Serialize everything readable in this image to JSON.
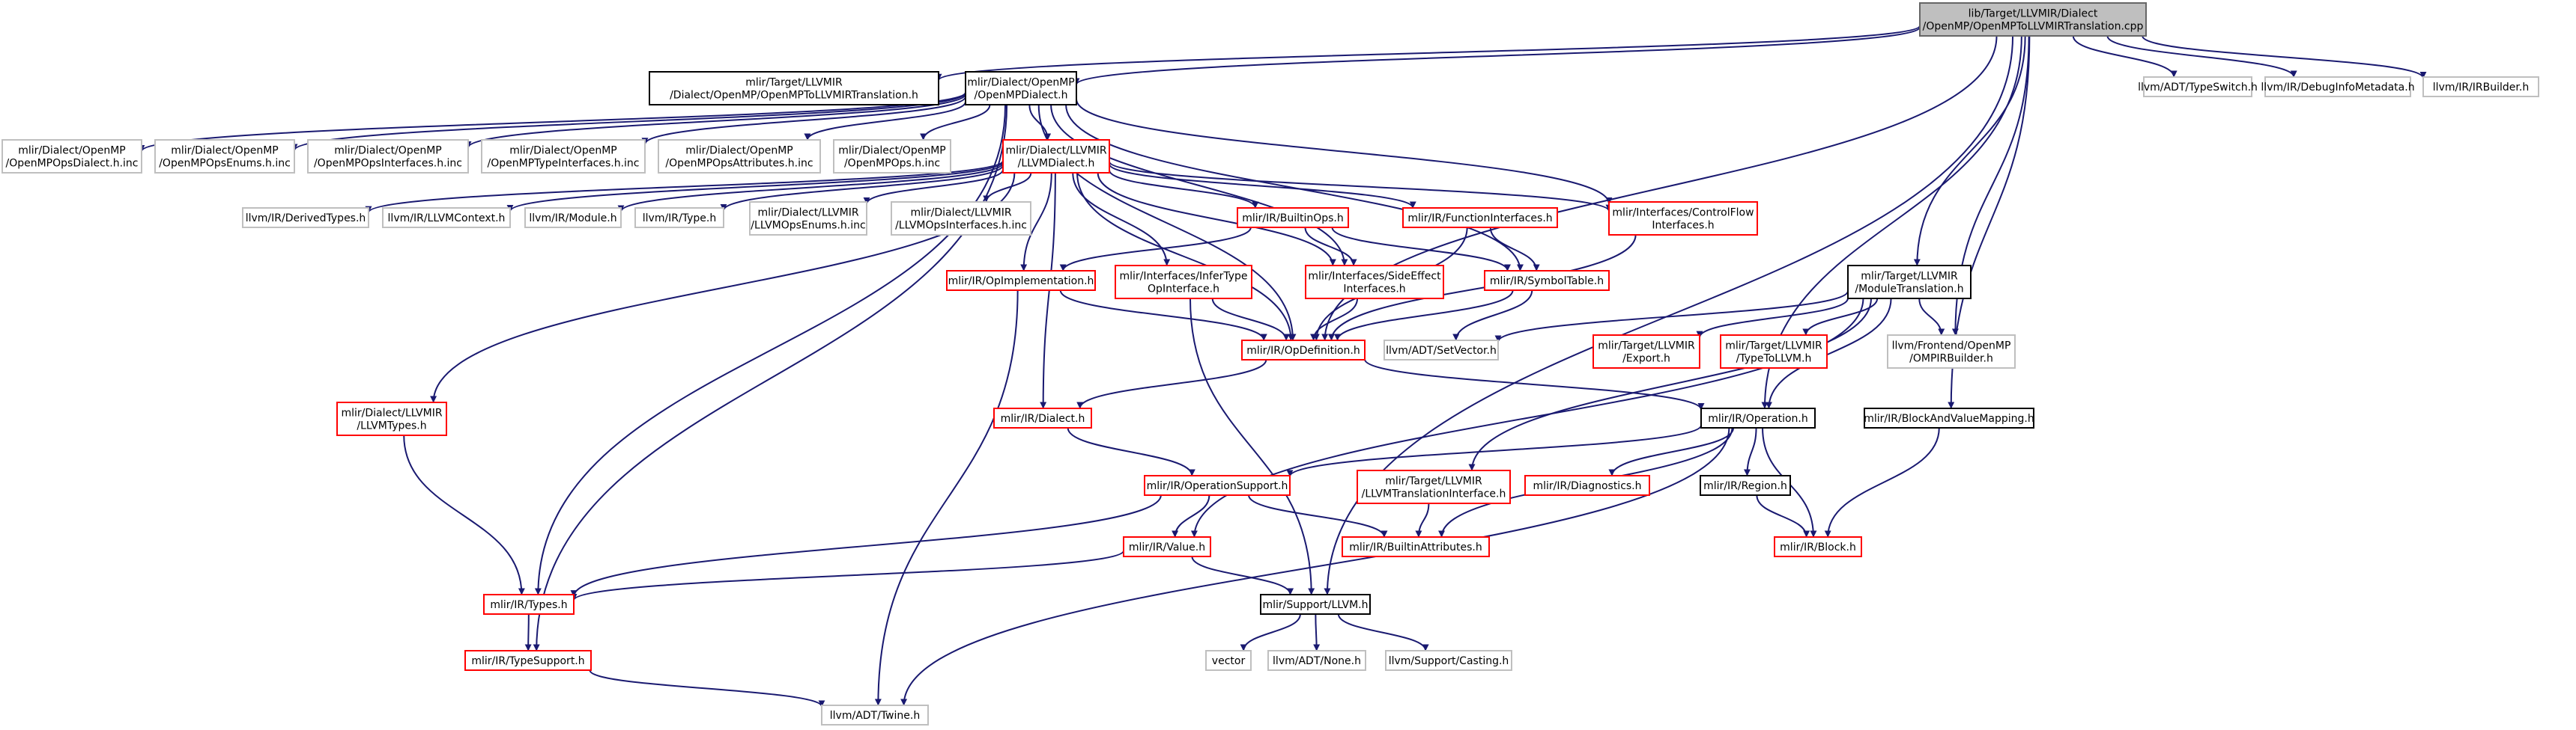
{
  "colors": {
    "edge": "#191970",
    "border_root": "#666666",
    "fill_root": "#bfbfbf",
    "border_documented": "#000000",
    "border_truncated": "#ff0000",
    "border_external": "#bfbfbf",
    "text_external": "#808080",
    "background": "#ffffff"
  },
  "nodes": [
    {
      "id": "root",
      "lines": [
        "lib/Target/LLVMIR/Dialect",
        "/OpenMP/OpenMPToLLVMIRTranslation.cpp"
      ],
      "kind": "root"
    },
    {
      "id": "omp_transl_h",
      "lines": [
        "mlir/Target/LLVMIR",
        "/Dialect/OpenMP/OpenMPToLLVMIRTranslation.h"
      ],
      "kind": "documented"
    },
    {
      "id": "omp_dialect_h",
      "lines": [
        "mlir/Dialect/OpenMP",
        "/OpenMPDialect.h"
      ],
      "kind": "documented"
    },
    {
      "id": "adt_typeswitch",
      "lines": [
        "llvm/ADT/TypeSwitch.h"
      ],
      "kind": "external"
    },
    {
      "id": "ir_debuginfo",
      "lines": [
        "llvm/IR/DebugInfoMetadata.h"
      ],
      "kind": "external"
    },
    {
      "id": "ir_irbuilder",
      "lines": [
        "llvm/IR/IRBuilder.h"
      ],
      "kind": "external"
    },
    {
      "id": "omp_ops_dialect_inc",
      "lines": [
        "mlir/Dialect/OpenMP",
        "/OpenMPOpsDialect.h.inc"
      ],
      "kind": "external"
    },
    {
      "id": "omp_ops_enums_inc",
      "lines": [
        "mlir/Dialect/OpenMP",
        "/OpenMPOpsEnums.h.inc"
      ],
      "kind": "external"
    },
    {
      "id": "omp_ops_ifaces_inc",
      "lines": [
        "mlir/Dialect/OpenMP",
        "/OpenMPOpsInterfaces.h.inc"
      ],
      "kind": "external"
    },
    {
      "id": "omp_type_ifaces_inc",
      "lines": [
        "mlir/Dialect/OpenMP",
        "/OpenMPTypeInterfaces.h.inc"
      ],
      "kind": "external"
    },
    {
      "id": "omp_ops_attrs_inc",
      "lines": [
        "mlir/Dialect/OpenMP",
        "/OpenMPOpsAttributes.h.inc"
      ],
      "kind": "external"
    },
    {
      "id": "omp_ops_inc",
      "lines": [
        "mlir/Dialect/OpenMP",
        "/OpenMPOps.h.inc"
      ],
      "kind": "external"
    },
    {
      "id": "llvm_dialect",
      "lines": [
        "mlir/Dialect/LLVMIR",
        "/LLVMDialect.h"
      ],
      "kind": "truncated"
    },
    {
      "id": "ir_derivedtypes",
      "lines": [
        "llvm/IR/DerivedTypes.h"
      ],
      "kind": "external"
    },
    {
      "id": "ir_llvmcontext",
      "lines": [
        "llvm/IR/LLVMContext.h"
      ],
      "kind": "external"
    },
    {
      "id": "ir_module",
      "lines": [
        "llvm/IR/Module.h"
      ],
      "kind": "external"
    },
    {
      "id": "ir_type",
      "lines": [
        "llvm/IR/Type.h"
      ],
      "kind": "external"
    },
    {
      "id": "llvm_ops_enums_inc",
      "lines": [
        "mlir/Dialect/LLVMIR",
        "/LLVMOpsEnums.h.inc"
      ],
      "kind": "external"
    },
    {
      "id": "llvm_ops_ifaces_inc",
      "lines": [
        "mlir/Dialect/LLVMIR",
        "/LLVMOpsInterfaces.h.inc"
      ],
      "kind": "external"
    },
    {
      "id": "builtin_ops",
      "lines": [
        "mlir/IR/BuiltinOps.h"
      ],
      "kind": "truncated"
    },
    {
      "id": "function_ifaces",
      "lines": [
        "mlir/IR/FunctionInterfaces.h"
      ],
      "kind": "truncated"
    },
    {
      "id": "controlflow_ifaces",
      "lines": [
        "mlir/Interfaces/ControlFlow",
        "Interfaces.h"
      ],
      "kind": "truncated"
    },
    {
      "id": "op_implementation",
      "lines": [
        "mlir/IR/OpImplementation.h"
      ],
      "kind": "truncated"
    },
    {
      "id": "infertype_iface",
      "lines": [
        "mlir/Interfaces/InferType",
        "OpInterface.h"
      ],
      "kind": "truncated"
    },
    {
      "id": "sideeffect_ifaces",
      "lines": [
        "mlir/Interfaces/SideEffect",
        "Interfaces.h"
      ],
      "kind": "truncated"
    },
    {
      "id": "symbol_table",
      "lines": [
        "mlir/IR/SymbolTable.h"
      ],
      "kind": "truncated"
    },
    {
      "id": "module_translation",
      "lines": [
        "mlir/Target/LLVMIR",
        "/ModuleTranslation.h"
      ],
      "kind": "documented"
    },
    {
      "id": "op_definition",
      "lines": [
        "mlir/IR/OpDefinition.h"
      ],
      "kind": "truncated"
    },
    {
      "id": "adt_setvector",
      "lines": [
        "llvm/ADT/SetVector.h"
      ],
      "kind": "external"
    },
    {
      "id": "target_export",
      "lines": [
        "mlir/Target/LLVMIR",
        "/Export.h"
      ],
      "kind": "truncated"
    },
    {
      "id": "target_typetollvm",
      "lines": [
        "mlir/Target/LLVMIR",
        "/TypeToLLVM.h"
      ],
      "kind": "truncated"
    },
    {
      "id": "omp_irbuilder",
      "lines": [
        "llvm/Frontend/OpenMP",
        "/OMPIRBuilder.h"
      ],
      "kind": "external"
    },
    {
      "id": "llvm_types",
      "lines": [
        "mlir/Dialect/LLVMIR",
        "/LLVMTypes.h"
      ],
      "kind": "truncated"
    },
    {
      "id": "ir_dialect",
      "lines": [
        "mlir/IR/Dialect.h"
      ],
      "kind": "truncated"
    },
    {
      "id": "ir_operation",
      "lines": [
        "mlir/IR/Operation.h"
      ],
      "kind": "documented"
    },
    {
      "id": "block_value_mapping",
      "lines": [
        "mlir/IR/BlockAndValueMapping.h"
      ],
      "kind": "documented"
    },
    {
      "id": "operation_support",
      "lines": [
        "mlir/IR/OperationSupport.h"
      ],
      "kind": "truncated"
    },
    {
      "id": "llvm_transl_iface",
      "lines": [
        "mlir/Target/LLVMIR",
        "/LLVMTranslationInterface.h"
      ],
      "kind": "truncated"
    },
    {
      "id": "ir_diagnostics",
      "lines": [
        "mlir/IR/Diagnostics.h"
      ],
      "kind": "truncated"
    },
    {
      "id": "ir_region",
      "lines": [
        "mlir/IR/Region.h"
      ],
      "kind": "documented"
    },
    {
      "id": "ir_value",
      "lines": [
        "mlir/IR/Value.h"
      ],
      "kind": "truncated"
    },
    {
      "id": "builtin_attrs",
      "lines": [
        "mlir/IR/BuiltinAttributes.h"
      ],
      "kind": "truncated"
    },
    {
      "id": "ir_block",
      "lines": [
        "mlir/IR/Block.h"
      ],
      "kind": "truncated"
    },
    {
      "id": "ir_types",
      "lines": [
        "mlir/IR/Types.h"
      ],
      "kind": "truncated"
    },
    {
      "id": "support_llvm",
      "lines": [
        "mlir/Support/LLVM.h"
      ],
      "kind": "documented"
    },
    {
      "id": "ir_typesupport",
      "lines": [
        "mlir/IR/TypeSupport.h"
      ],
      "kind": "truncated"
    },
    {
      "id": "vector",
      "lines": [
        "vector"
      ],
      "kind": "external"
    },
    {
      "id": "adt_none",
      "lines": [
        "llvm/ADT/None.h"
      ],
      "kind": "external"
    },
    {
      "id": "support_casting",
      "lines": [
        "llvm/Support/Casting.h"
      ],
      "kind": "external"
    },
    {
      "id": "adt_twine",
      "lines": [
        "llvm/ADT/Twine.h"
      ],
      "kind": "external"
    }
  ],
  "edges": [
    [
      "root",
      "omp_dialect_h"
    ],
    [
      "root",
      "omp_transl_h"
    ],
    [
      "root",
      "adt_typeswitch"
    ],
    [
      "root",
      "ir_debuginfo"
    ],
    [
      "root",
      "ir_irbuilder"
    ],
    [
      "root",
      "module_translation"
    ],
    [
      "root",
      "omp_irbuilder"
    ],
    [
      "root",
      "ir_operation"
    ],
    [
      "root",
      "block_value_mapping"
    ],
    [
      "root",
      "support_llvm"
    ],
    [
      "root",
      "op_definition"
    ],
    [
      "omp_dialect_h",
      "omp_ops_dialect_inc"
    ],
    [
      "omp_dialect_h",
      "omp_ops_enums_inc"
    ],
    [
      "omp_dialect_h",
      "omp_ops_ifaces_inc"
    ],
    [
      "omp_dialect_h",
      "omp_type_ifaces_inc"
    ],
    [
      "omp_dialect_h",
      "omp_ops_attrs_inc"
    ],
    [
      "omp_dialect_h",
      "omp_ops_inc"
    ],
    [
      "omp_dialect_h",
      "llvm_dialect"
    ],
    [
      "omp_dialect_h",
      "controlflow_ifaces"
    ],
    [
      "omp_dialect_h",
      "sideeffect_ifaces"
    ],
    [
      "omp_dialect_h",
      "symbol_table"
    ],
    [
      "omp_dialect_h",
      "op_definition"
    ],
    [
      "omp_dialect_h",
      "ir_typesupport"
    ],
    [
      "omp_dialect_h",
      "ir_types"
    ],
    [
      "llvm_dialect",
      "ir_derivedtypes"
    ],
    [
      "llvm_dialect",
      "ir_llvmcontext"
    ],
    [
      "llvm_dialect",
      "ir_module"
    ],
    [
      "llvm_dialect",
      "ir_type"
    ],
    [
      "llvm_dialect",
      "llvm_ops_enums_inc"
    ],
    [
      "llvm_dialect",
      "llvm_ops_ifaces_inc"
    ],
    [
      "llvm_dialect",
      "builtin_ops"
    ],
    [
      "llvm_dialect",
      "function_ifaces"
    ],
    [
      "llvm_dialect",
      "controlflow_ifaces"
    ],
    [
      "llvm_dialect",
      "op_implementation"
    ],
    [
      "llvm_dialect",
      "infertype_iface"
    ],
    [
      "llvm_dialect",
      "sideeffect_ifaces"
    ],
    [
      "llvm_dialect",
      "llvm_types"
    ],
    [
      "llvm_dialect",
      "ir_dialect"
    ],
    [
      "llvm_dialect",
      "op_definition"
    ],
    [
      "builtin_ops",
      "op_implementation"
    ],
    [
      "builtin_ops",
      "sideeffect_ifaces"
    ],
    [
      "builtin_ops",
      "symbol_table"
    ],
    [
      "function_ifaces",
      "symbol_table"
    ],
    [
      "function_ifaces",
      "op_definition"
    ],
    [
      "controlflow_ifaces",
      "op_definition"
    ],
    [
      "op_implementation",
      "op_definition"
    ],
    [
      "op_implementation",
      "adt_twine"
    ],
    [
      "infertype_iface",
      "op_definition"
    ],
    [
      "infertype_iface",
      "support_llvm"
    ],
    [
      "sideeffect_ifaces",
      "op_definition"
    ],
    [
      "symbol_table",
      "op_definition"
    ],
    [
      "symbol_table",
      "adt_setvector"
    ],
    [
      "module_translation",
      "adt_setvector"
    ],
    [
      "module_translation",
      "target_export"
    ],
    [
      "module_translation",
      "target_typetollvm"
    ],
    [
      "module_translation",
      "omp_irbuilder"
    ],
    [
      "module_translation",
      "ir_operation"
    ],
    [
      "module_translation",
      "llvm_transl_iface"
    ],
    [
      "module_translation",
      "ir_value"
    ],
    [
      "op_definition",
      "ir_dialect"
    ],
    [
      "op_definition",
      "ir_operation"
    ],
    [
      "llvm_types",
      "ir_types"
    ],
    [
      "ir_dialect",
      "operation_support"
    ],
    [
      "ir_operation",
      "operation_support"
    ],
    [
      "ir_operation",
      "ir_diagnostics"
    ],
    [
      "ir_operation",
      "ir_region"
    ],
    [
      "ir_operation",
      "ir_block"
    ],
    [
      "ir_operation",
      "builtin_attrs"
    ],
    [
      "ir_operation",
      "adt_twine"
    ],
    [
      "block_value_mapping",
      "ir_block"
    ],
    [
      "operation_support",
      "ir_value"
    ],
    [
      "operation_support",
      "builtin_attrs"
    ],
    [
      "operation_support",
      "ir_types"
    ],
    [
      "llvm_transl_iface",
      "builtin_attrs"
    ],
    [
      "ir_region",
      "ir_block"
    ],
    [
      "ir_value",
      "ir_types"
    ],
    [
      "ir_value",
      "support_llvm"
    ],
    [
      "ir_types",
      "ir_typesupport"
    ],
    [
      "ir_typesupport",
      "adt_twine"
    ],
    [
      "support_llvm",
      "vector"
    ],
    [
      "support_llvm",
      "adt_none"
    ],
    [
      "support_llvm",
      "support_casting"
    ]
  ]
}
